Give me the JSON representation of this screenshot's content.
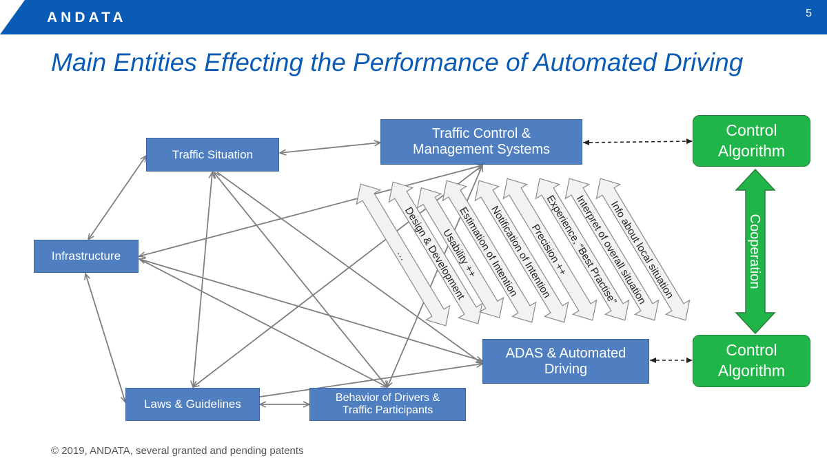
{
  "header": {
    "logo": "ANDATA",
    "page_number": "5",
    "bar_color": "#0a5bb5"
  },
  "title": "Main Entities Effecting the Performance of Automated Driving",
  "nodes": {
    "traffic_situation": "Traffic Situation",
    "traffic_control": "Traffic Control  &\nManagement Systems",
    "infrastructure": "Infrastructure",
    "adas": "ADAS & Automated\nDriving",
    "laws": "Laws & Guidelines",
    "behavior": "Behavior of Drivers &\nTraffic Participants",
    "control_top": "Control\nAlgorithm",
    "control_bottom": "Control\nAlgorithm"
  },
  "cooperation_label": "Cooperation",
  "flow_arrows": [
    "…",
    "Design & Development",
    "Usability ++",
    "Estimation of Intention",
    "Notification of Intention",
    "Precision ++",
    "Experience, “Best Practise”",
    "Interpret of overall situation",
    "Info about local situation"
  ],
  "footer": "© 2019, ANDATA, several granted and pending patents",
  "colors": {
    "node_blue": "#4f7fc0",
    "control_green": "#1fb548",
    "title_blue": "#0a5bb5",
    "connector_gray": "#7f7f7f"
  }
}
